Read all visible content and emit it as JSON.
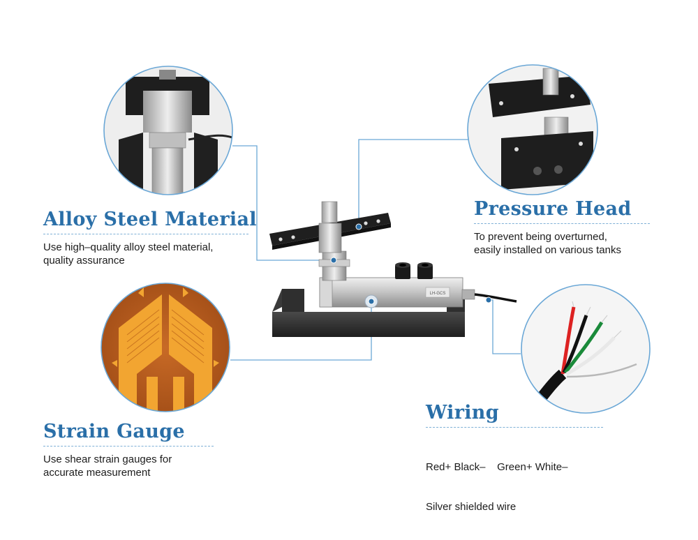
{
  "features": [
    {
      "id": "alloy-steel",
      "title": "Alloy Steel Material",
      "lines": [
        "Use high–quality alloy steel material,",
        "quality assurance"
      ]
    },
    {
      "id": "pressure-head",
      "title": "Pressure Head",
      "lines": [
        "To prevent being overturned,",
        "easily installed on various tanks"
      ]
    },
    {
      "id": "strain-gauge",
      "title": "Strain Gauge",
      "lines": [
        "Use shear strain gauges for",
        "accurate measurement"
      ]
    },
    {
      "id": "wiring",
      "title": "Wiring",
      "lines": [
        "Red+ Black–    Green+ White–",
        "Silver shielded wire"
      ]
    }
  ],
  "colors": {
    "accent": "#2a6fa8",
    "circle_border": "#6aa7d6",
    "leader_line": "#6aa7d6",
    "bracket": "#2b2b2b",
    "steel": "#c9c9c9",
    "gauge_orange": "#f2a531",
    "gauge_background": "#b55a1e"
  },
  "sensor_label": "LH-GCS"
}
